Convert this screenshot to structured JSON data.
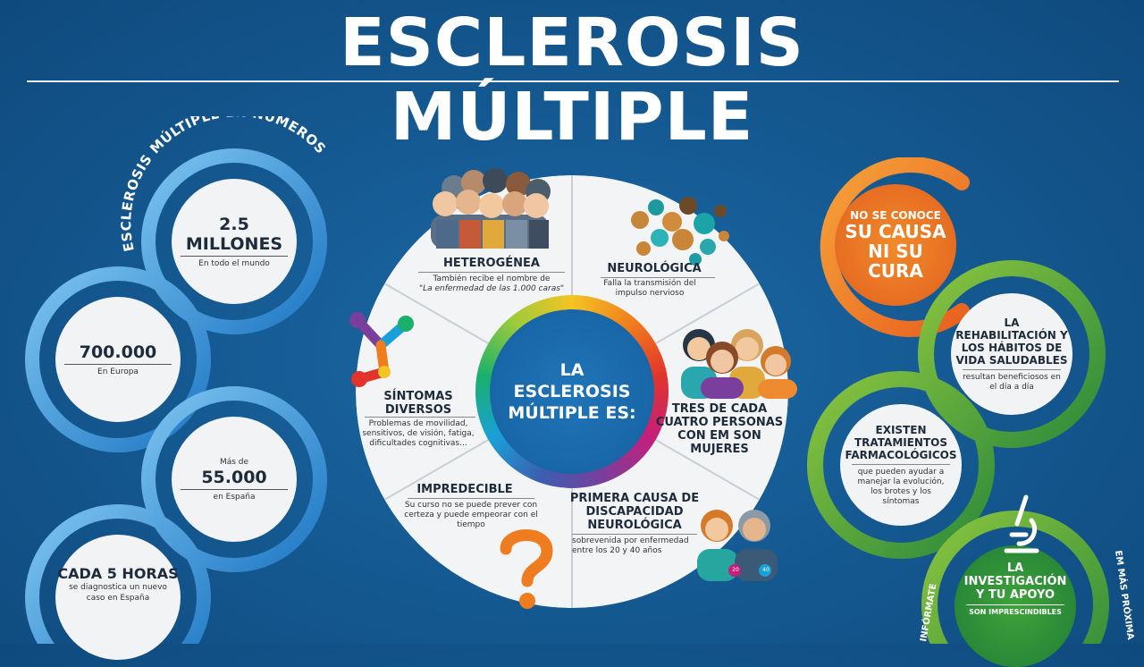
{
  "title": {
    "line1": "ESCLEROSIS",
    "line2": "MÚLTIPLE"
  },
  "numbers": {
    "heading": "ESCLEROSIS MÚLTIPLE EN NÚMEROS",
    "items": [
      {
        "value": "2.5 MILLONES",
        "caption": "En todo el mundo"
      },
      {
        "value": "700.000",
        "caption": "En Europa"
      },
      {
        "prefix": "Más de",
        "value": "55.000",
        "caption": "en España"
      },
      {
        "value": "CADA 5 HORAS",
        "caption": "se diagnostica un nuevo caso en España"
      }
    ]
  },
  "wheel": {
    "center": "LA ESCLEROSIS MÚLTIPLE ES:",
    "segments": {
      "heterogenea": {
        "title": "HETEROGÉNEA",
        "text1": "También recibe el nombre de",
        "text2": "\"La enfermedad de las 1.000 caras\""
      },
      "neurologica": {
        "title": "NEUROLÓGICA",
        "text": "Falla la transmisión del impulso nervioso"
      },
      "tres": {
        "title": "TRES DE CADA CUATRO PERSONAS CON EM SON MUJERES"
      },
      "primera": {
        "title": "PRIMERA CAUSA DE DISCAPACIDAD NEUROLÓGICA",
        "text": "sobrevenida por enfermedad entre los 20 y 40 años"
      },
      "impredecible": {
        "title": "IMPREDECIBLE",
        "text": "Su curso no se puede prever con certeza y puede empeorar con el tiempo"
      },
      "sintomas": {
        "title": "SÍNTOMAS DIVERSOS",
        "text": "Problemas de movilidad, sensitivos, de visión, fatiga, dificultades cognitivas..."
      }
    },
    "badges": {
      "age1": "20",
      "age2": "40"
    }
  },
  "right": {
    "causa": {
      "small": "NO SE CONOCE",
      "big": "SU CAUSA NI SU CURA"
    },
    "rehab": {
      "title": "LA REHABILITACIÓN Y LOS HÁBITOS DE VIDA SALUDABLES",
      "text": "resultan beneficiosos en el día a día"
    },
    "trat": {
      "title": "EXISTEN TRATAMIENTOS FARMACOLÓGICOS",
      "text": "que pueden ayudar a manejar la evolución, los brotes y los síntomas"
    },
    "invest": {
      "title": "LA INVESTIGACIÓN Y TU APOYO",
      "text": "SON IMPRESCINDIBLES"
    },
    "side_left": "INFÓRMATE",
    "side_right": "EM MÁS PRÓXIMA"
  },
  "colors": {
    "bg": "#155a93",
    "ring_blue": "#3a8fd3",
    "orange": "#ef7d1f",
    "green": "#49a83a"
  }
}
